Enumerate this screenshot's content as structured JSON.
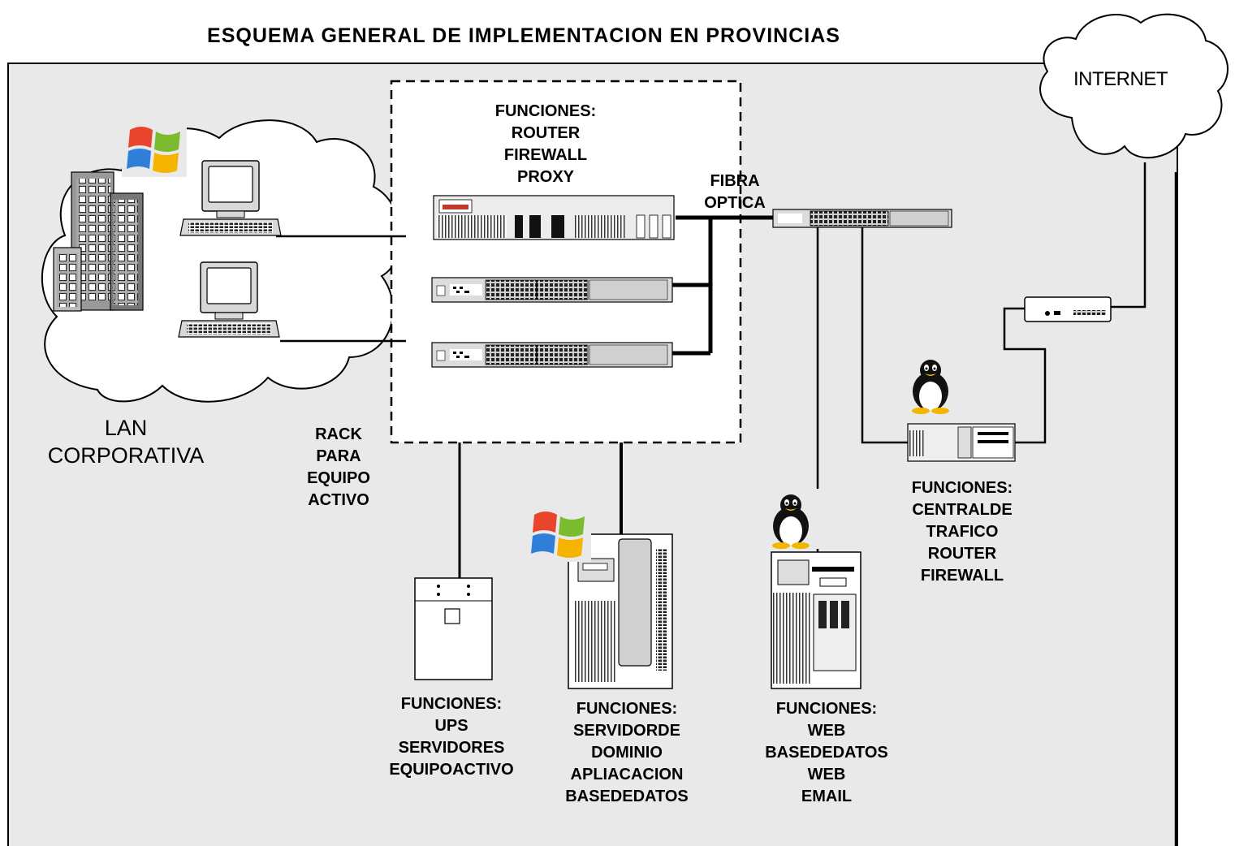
{
  "title": "ESQUEMA GENERAL DE IMPLEMENTACION EN PROVINCIAS",
  "internet_label": "INTERNET",
  "lan_label": [
    "LAN",
    "CORPORATIVA"
  ],
  "rack_label": [
    "RACK",
    "PARA",
    "EQUIPO",
    "ACTIVO"
  ],
  "fibra_label": [
    "FIBRA",
    "OPTICA"
  ],
  "rack_functions": [
    "FUNCIONES:",
    "ROUTER",
    "FIREWALL",
    "PROXY"
  ],
  "ups_functions": [
    "FUNCIONES:",
    "UPS",
    "SERVIDORES",
    "EQUIPOACTIVO"
  ],
  "domain_server_functions": [
    "FUNCIONES:",
    "SERVIDORDE",
    "DOMINIO",
    "APLIACACION",
    "BASEDEDATOS"
  ],
  "web_server_functions": [
    "FUNCIONES:",
    "WEB",
    "BASEDEDATOS",
    "WEB",
    "EMAIL"
  ],
  "traffic_server_functions": [
    "FUNCIONES:",
    "CENTRALDE",
    "TRAFICO",
    "ROUTER",
    "FIREWALL"
  ],
  "colors": {
    "background": "#e9e9e9",
    "line": "#000000",
    "device": "#d8d8d8"
  },
  "icons": [
    "windows-logo-icon",
    "linux-tux-icon",
    "building-icon",
    "computer-icon",
    "ups-icon",
    "server-tower-icon",
    "switch-icon",
    "router-icon",
    "modem-icon",
    "cloud-icon"
  ]
}
